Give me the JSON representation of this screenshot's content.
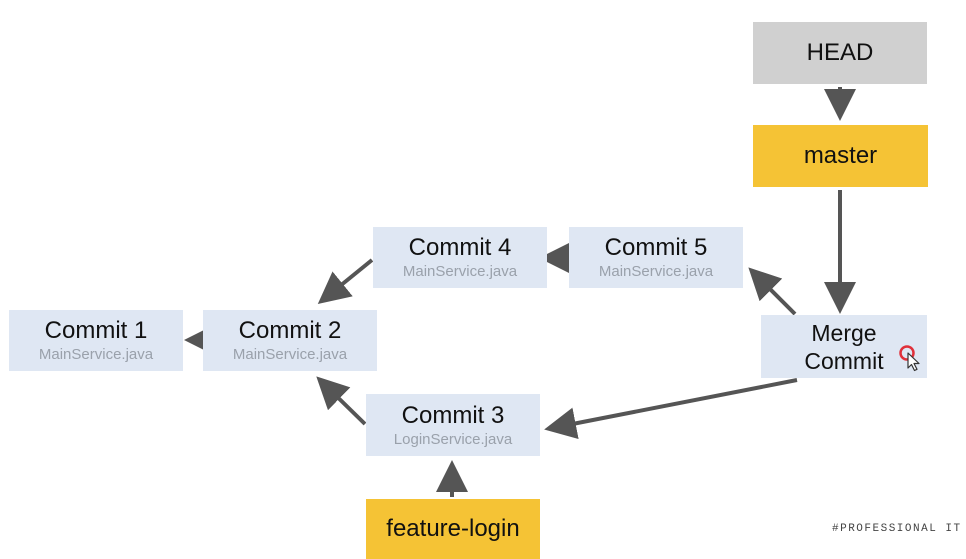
{
  "refs": {
    "head": "HEAD",
    "master": "master",
    "feature": "feature-login"
  },
  "commits": {
    "c1": {
      "title": "Commit 1",
      "file": "MainService.java"
    },
    "c2": {
      "title": "Commit 2",
      "file": "MainService.java"
    },
    "c3": {
      "title": "Commit 3",
      "file": "LoginService.java"
    },
    "c4": {
      "title": "Commit 4",
      "file": "MainService.java"
    },
    "c5": {
      "title": "Commit 5",
      "file": "MainService.java"
    },
    "merge": {
      "line1": "Merge",
      "line2": "Commit"
    }
  },
  "watermark": "#PROFESSIONAL IT",
  "colors": {
    "commit_bg": "#dfe7f3",
    "branch_bg": "#f5c335",
    "head_bg": "#d0d0d0",
    "arrow": "#555555"
  },
  "icons": {
    "cursor": "pointer-cursor-icon"
  }
}
